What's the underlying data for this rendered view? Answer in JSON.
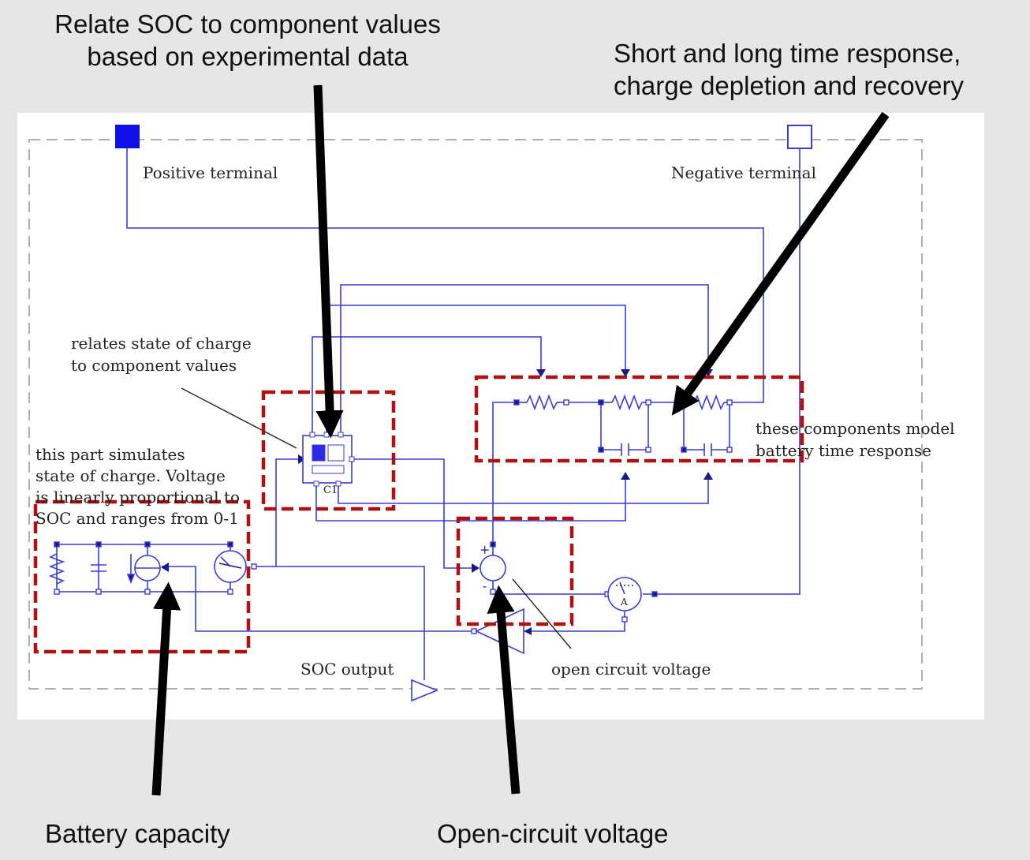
{
  "callouts": {
    "soc_lookup": [
      "Relate SOC to component values",
      "based on experimental data"
    ],
    "time_response": [
      "Short and long time response,",
      "charge depletion and recovery"
    ],
    "battery_capacity": "Battery capacity",
    "open_circuit": "Open-circuit voltage"
  },
  "labels": {
    "positive_terminal": "Positive terminal",
    "negative_terminal": "Negative terminal",
    "relates_note": [
      "relates state of charge",
      "to component values"
    ],
    "soc_note": [
      "this part simulates",
      "state of charge.  Voltage",
      "is linearly proportional to",
      "SOC and ranges from 0-1"
    ],
    "rc_note": [
      "these components model",
      "battery time response"
    ],
    "soc_output": "SOC output",
    "ocv_note": "open circuit voltage",
    "table_id": "C1",
    "ammeter_symbol": "A",
    "plus_sign": "+",
    "minus_sign": "-"
  },
  "colors": {
    "wire": "#3b3bd8",
    "highlight_box": "#b01010",
    "arrow": "#000000",
    "terminal_positive": "#1010e8",
    "frame_dash": "#b0b0b0"
  }
}
